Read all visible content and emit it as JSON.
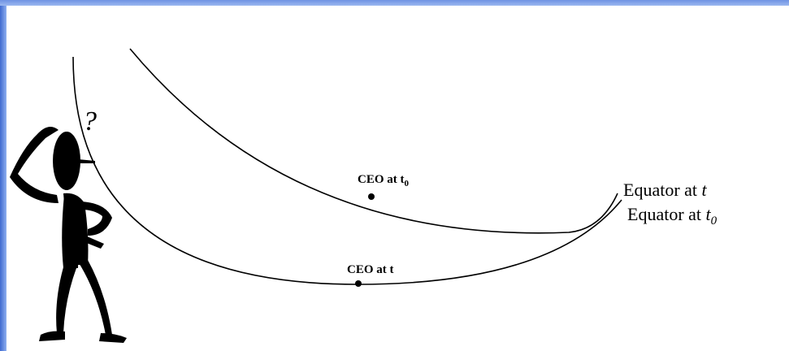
{
  "labels": {
    "ceo_t0": {
      "main": "CEO at t",
      "sub": "0"
    },
    "ceo_t": {
      "main": "CEO at t"
    },
    "equator_t": {
      "main": "Equator at ",
      "var": "t"
    },
    "equator_t0": {
      "main": "Equator at ",
      "var": "t",
      "sub": "0"
    }
  },
  "figure": {
    "question_mark": "?"
  },
  "colors": {
    "frame_blue": "#5f86d6",
    "ink": "#000000",
    "background": "#ffffff"
  }
}
